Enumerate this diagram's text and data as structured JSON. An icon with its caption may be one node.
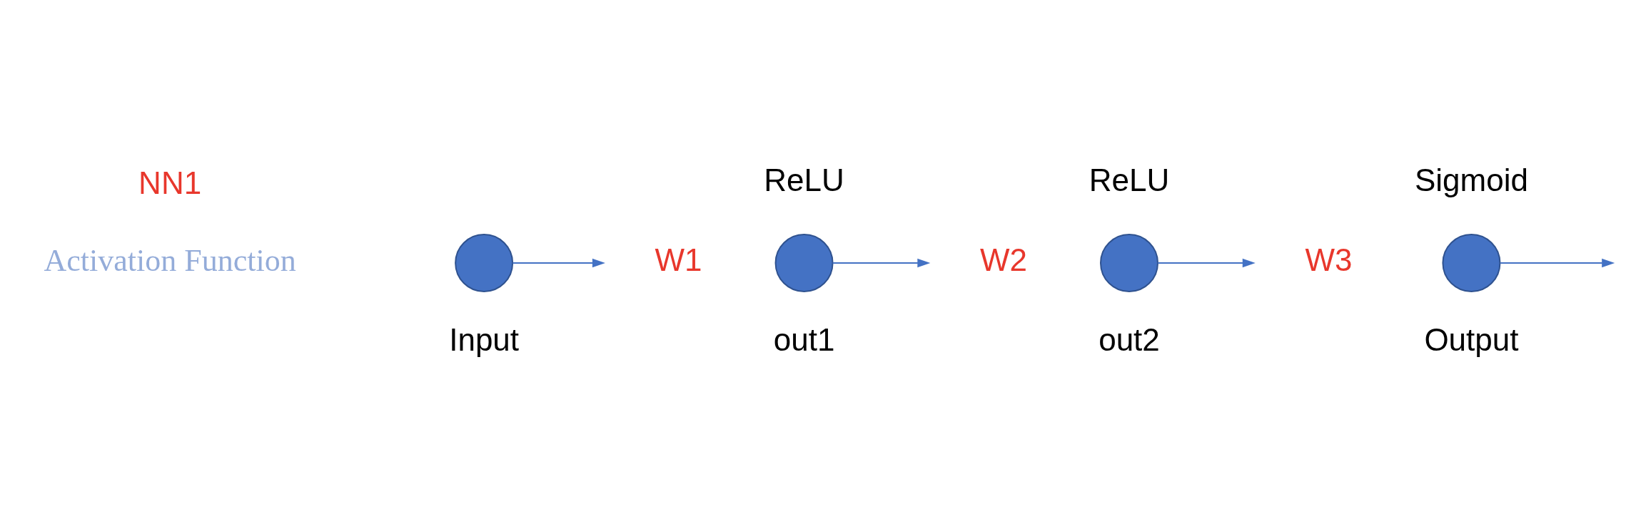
{
  "diagram": {
    "nodes": [
      {
        "text": [],
        "shape": "circle",
        "beside": [
          "Input"
        ]
      },
      {
        "text": [],
        "shape": "circle",
        "beside": [
          "ReLU",
          "out1"
        ]
      },
      {
        "text": [],
        "shape": "circle",
        "beside": [
          "ReLU",
          "out2"
        ]
      },
      {
        "text": [],
        "shape": "circle",
        "beside": [
          "Sigmoid",
          "Output"
        ]
      }
    ],
    "edges": [
      {
        "from": 0,
        "to": null,
        "arrow": "to"
      },
      {
        "from": 1,
        "to": null,
        "arrow": "to"
      },
      {
        "from": 2,
        "to": null,
        "arrow": "to"
      },
      {
        "from": 3,
        "to": null,
        "arrow": "to"
      }
    ],
    "labels": [
      "NN1",
      "Activation Function",
      "W1",
      "W2",
      "W3"
    ]
  }
}
